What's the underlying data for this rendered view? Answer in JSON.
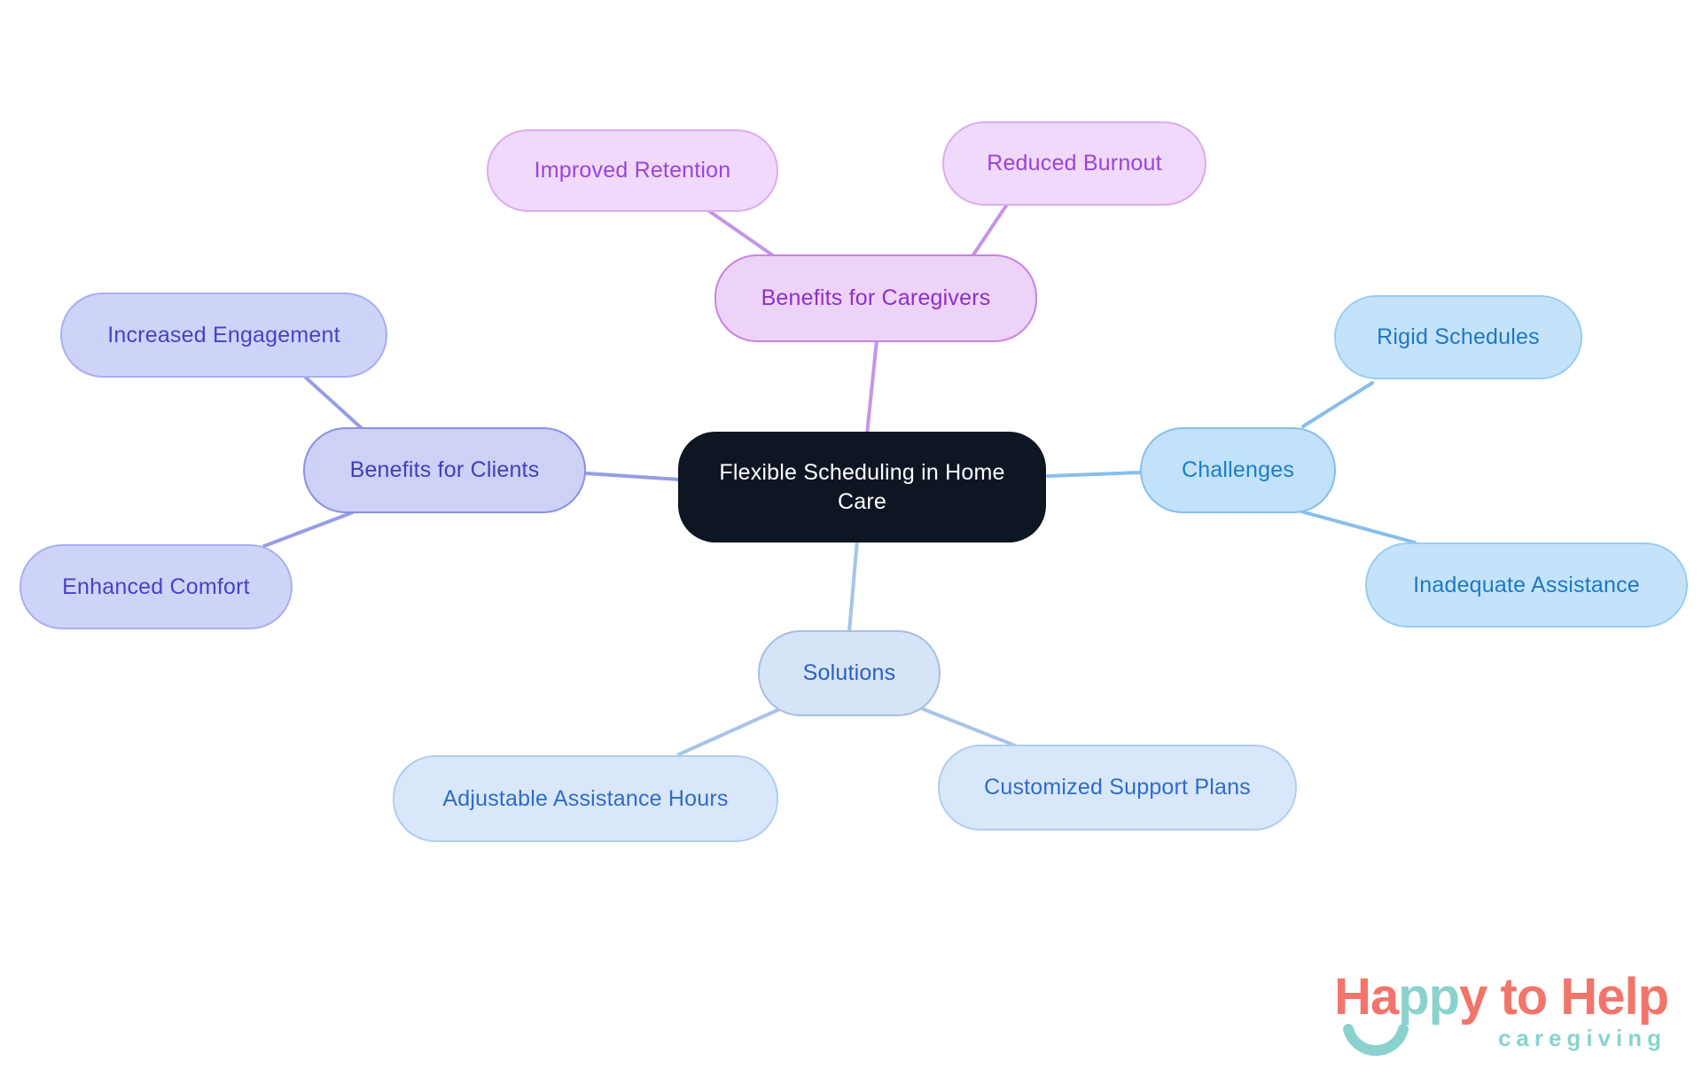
{
  "page": {
    "background": "#ffffff"
  },
  "mindmap": {
    "central": {
      "label": "Flexible Scheduling in Home Care",
      "bg": "#0e1623",
      "text_color": "#ffffff"
    },
    "branches": [
      {
        "label": "Benefits for Caregivers",
        "fill": "#eed3f8",
        "border": "#c783e6",
        "text_color": "#8d2fc7",
        "edge_color": "#c694e6",
        "children": [
          {
            "label": "Improved Retention",
            "fill": "#f0d9fa",
            "border": "#dcabf0",
            "text_color": "#9b44d8"
          },
          {
            "label": "Reduced Burnout",
            "fill": "#f0d9fa",
            "border": "#dcabf0",
            "text_color": "#9b44d8"
          }
        ]
      },
      {
        "label": "Benefits for Clients",
        "fill": "#cdd1f6",
        "border": "#8a90e4",
        "text_color": "#3e40bd",
        "edge_color": "#979de4",
        "children": [
          {
            "label": "Increased Engagement",
            "fill": "#ced3f8",
            "border": "#a9aff0",
            "text_color": "#4245c4"
          },
          {
            "label": "Enhanced Comfort",
            "fill": "#ced3f8",
            "border": "#a9aff0",
            "text_color": "#4245c4"
          }
        ]
      },
      {
        "label": "Challenges",
        "fill": "#c2e1fa",
        "border": "#87bfec",
        "text_color": "#1a7fc9",
        "edge_color": "#87beeb",
        "children": [
          {
            "label": "Rigid Schedules",
            "fill": "#c4e3fb",
            "border": "#97cdf4",
            "text_color": "#1e78c4"
          },
          {
            "label": "Inadequate Assistance",
            "fill": "#c4e3fb",
            "border": "#97cdf4",
            "text_color": "#1e78c4"
          }
        ]
      },
      {
        "label": "Solutions",
        "fill": "#d6e4f8",
        "border": "#a6bfe2",
        "text_color": "#2a62bd",
        "edge_color": "#a7c4e8",
        "children": [
          {
            "label": "Adjustable Assistance Hours",
            "fill": "#d9e7fa",
            "border": "#b1cdf0",
            "text_color": "#2f6cc9"
          },
          {
            "label": "Customized Support Plans",
            "fill": "#d9e7fa",
            "border": "#b1cdf0",
            "text_color": "#2f6cc9"
          }
        ]
      }
    ]
  },
  "logo": {
    "word_ha": "Ha",
    "word_pp": "pp",
    "word_rest": "y to Help",
    "subtitle": "caregiving",
    "coral": "#f2756b",
    "teal": "#8ad2cd"
  }
}
